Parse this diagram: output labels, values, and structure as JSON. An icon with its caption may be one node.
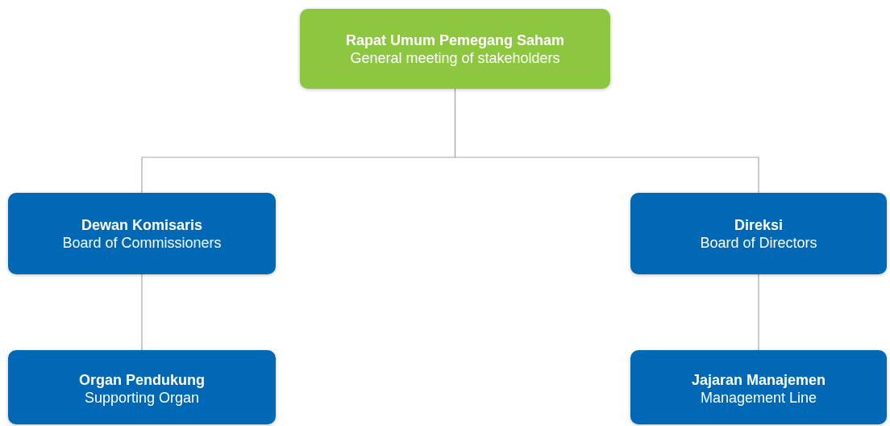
{
  "diagram": {
    "nodes": [
      {
        "text": [
          "Rapat Umum Pemegang Saham",
          "General meeting of stakeholders"
        ]
      },
      {
        "text": [
          "Dewan Komisaris",
          "Board of Commissioners"
        ]
      },
      {
        "text": [
          "Direksi",
          "Board of Directors"
        ]
      },
      {
        "text": [
          "Organ Pendukung",
          "Supporting Organ"
        ]
      },
      {
        "text": [
          "Jajaran Manajemen",
          "Management Line"
        ]
      }
    ],
    "edges": [
      {
        "from": 0,
        "to": 1,
        "arrow": "none"
      },
      {
        "from": 0,
        "to": 2,
        "arrow": "none"
      },
      {
        "from": 1,
        "to": 3,
        "arrow": "none"
      },
      {
        "from": 2,
        "to": 4,
        "arrow": "none"
      }
    ]
  }
}
